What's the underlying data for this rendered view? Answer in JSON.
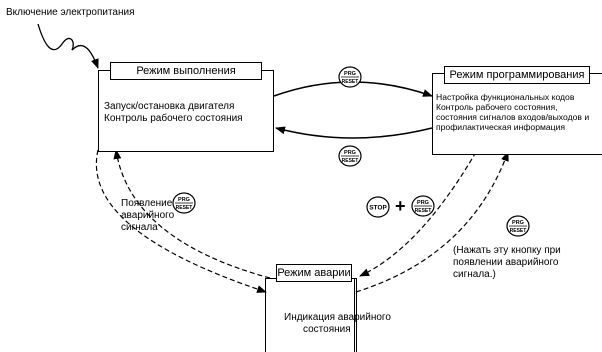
{
  "power_on_label": "Включение электропитания",
  "run_mode": {
    "title": "Режим выполнения",
    "lines": [
      "Запуск/остановка двигателя",
      "Контроль рабочего состояния"
    ]
  },
  "program_mode": {
    "title": "Режим программирования",
    "lines": [
      "Настройка функциональных кодов",
      "Контроль рабочего состояния,",
      "состояния сигналов входов/выходов и",
      "профилактическая информация"
    ]
  },
  "alarm_mode": {
    "title": "Режим аварии",
    "lines": [
      "Индикация аварийного",
      "состояния"
    ]
  },
  "alarm_appear_label": [
    "Появление",
    "аварийного",
    "сигнала"
  ],
  "press_note": [
    "(Нажать эту кнопку при",
    "появлении аварийного",
    "сигнала.)"
  ],
  "keys": {
    "prg_top": "PRG",
    "reset_bottom": "RESET",
    "stop": "STOP",
    "plus": "+"
  }
}
